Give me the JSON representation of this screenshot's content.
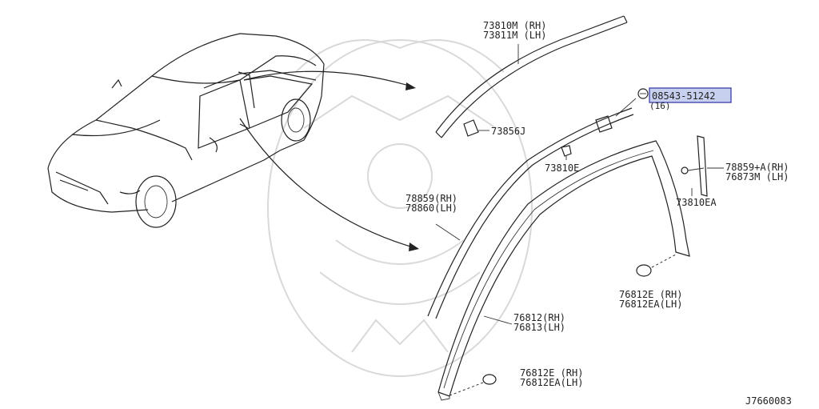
{
  "diagram": {
    "image_code": "J7660083",
    "parts": {
      "roof_molding_rh": "73810M (RH)",
      "roof_molding_lh": "73811M (LH)",
      "clip_top": "73856J",
      "screw_part": "08543-51242",
      "screw_qty": "(16)",
      "clip_mid": "73810E",
      "molding_rear_rh": "78859+A(RH)",
      "molding_rear_lh": "76873M (LH)",
      "clip_rear": "73810EA",
      "drip_rh": "78859(RH)",
      "drip_lh": "78860(LH)",
      "fastener_mid_rh": "76812E (RH)",
      "fastener_mid_lh": "76812EA(LH)",
      "pillar_rh": "76812(RH)",
      "pillar_lh": "76813(LH)",
      "fastener_bot_rh": "76812E (RH)",
      "fastener_bot_lh": "76812EA(LH)"
    },
    "highlight_color": "#c8d0f0"
  }
}
